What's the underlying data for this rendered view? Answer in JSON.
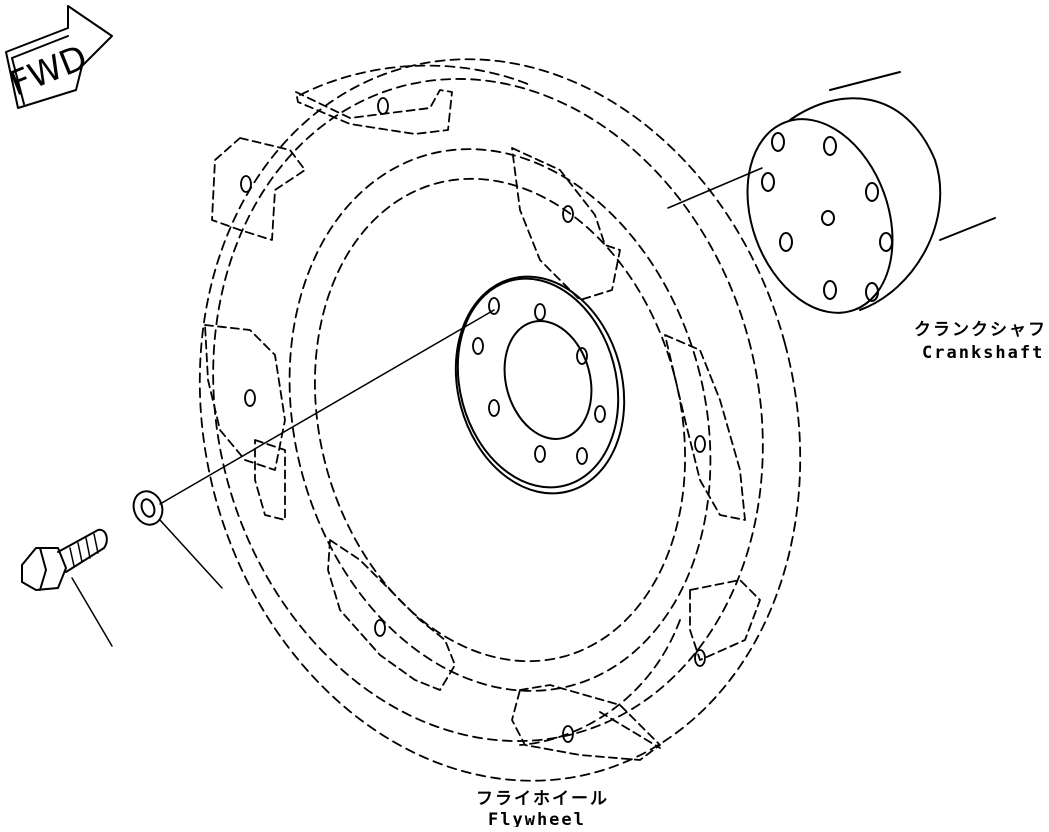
{
  "direction_marker": {
    "text": "FWD"
  },
  "callouts": [
    {
      "id": "crankshaft",
      "label_jp": "クランクシャフト",
      "label_en": "Crankshaft"
    },
    {
      "id": "flywheel",
      "label_jp": "フライホイール",
      "label_en": "Flywheel"
    }
  ],
  "parts": [
    {
      "id": "bolt",
      "name": "bolt"
    },
    {
      "id": "washer",
      "name": "washer"
    },
    {
      "id": "flywheel",
      "name": "flywheel"
    },
    {
      "id": "crankshaft",
      "name": "crankshaft"
    }
  ]
}
